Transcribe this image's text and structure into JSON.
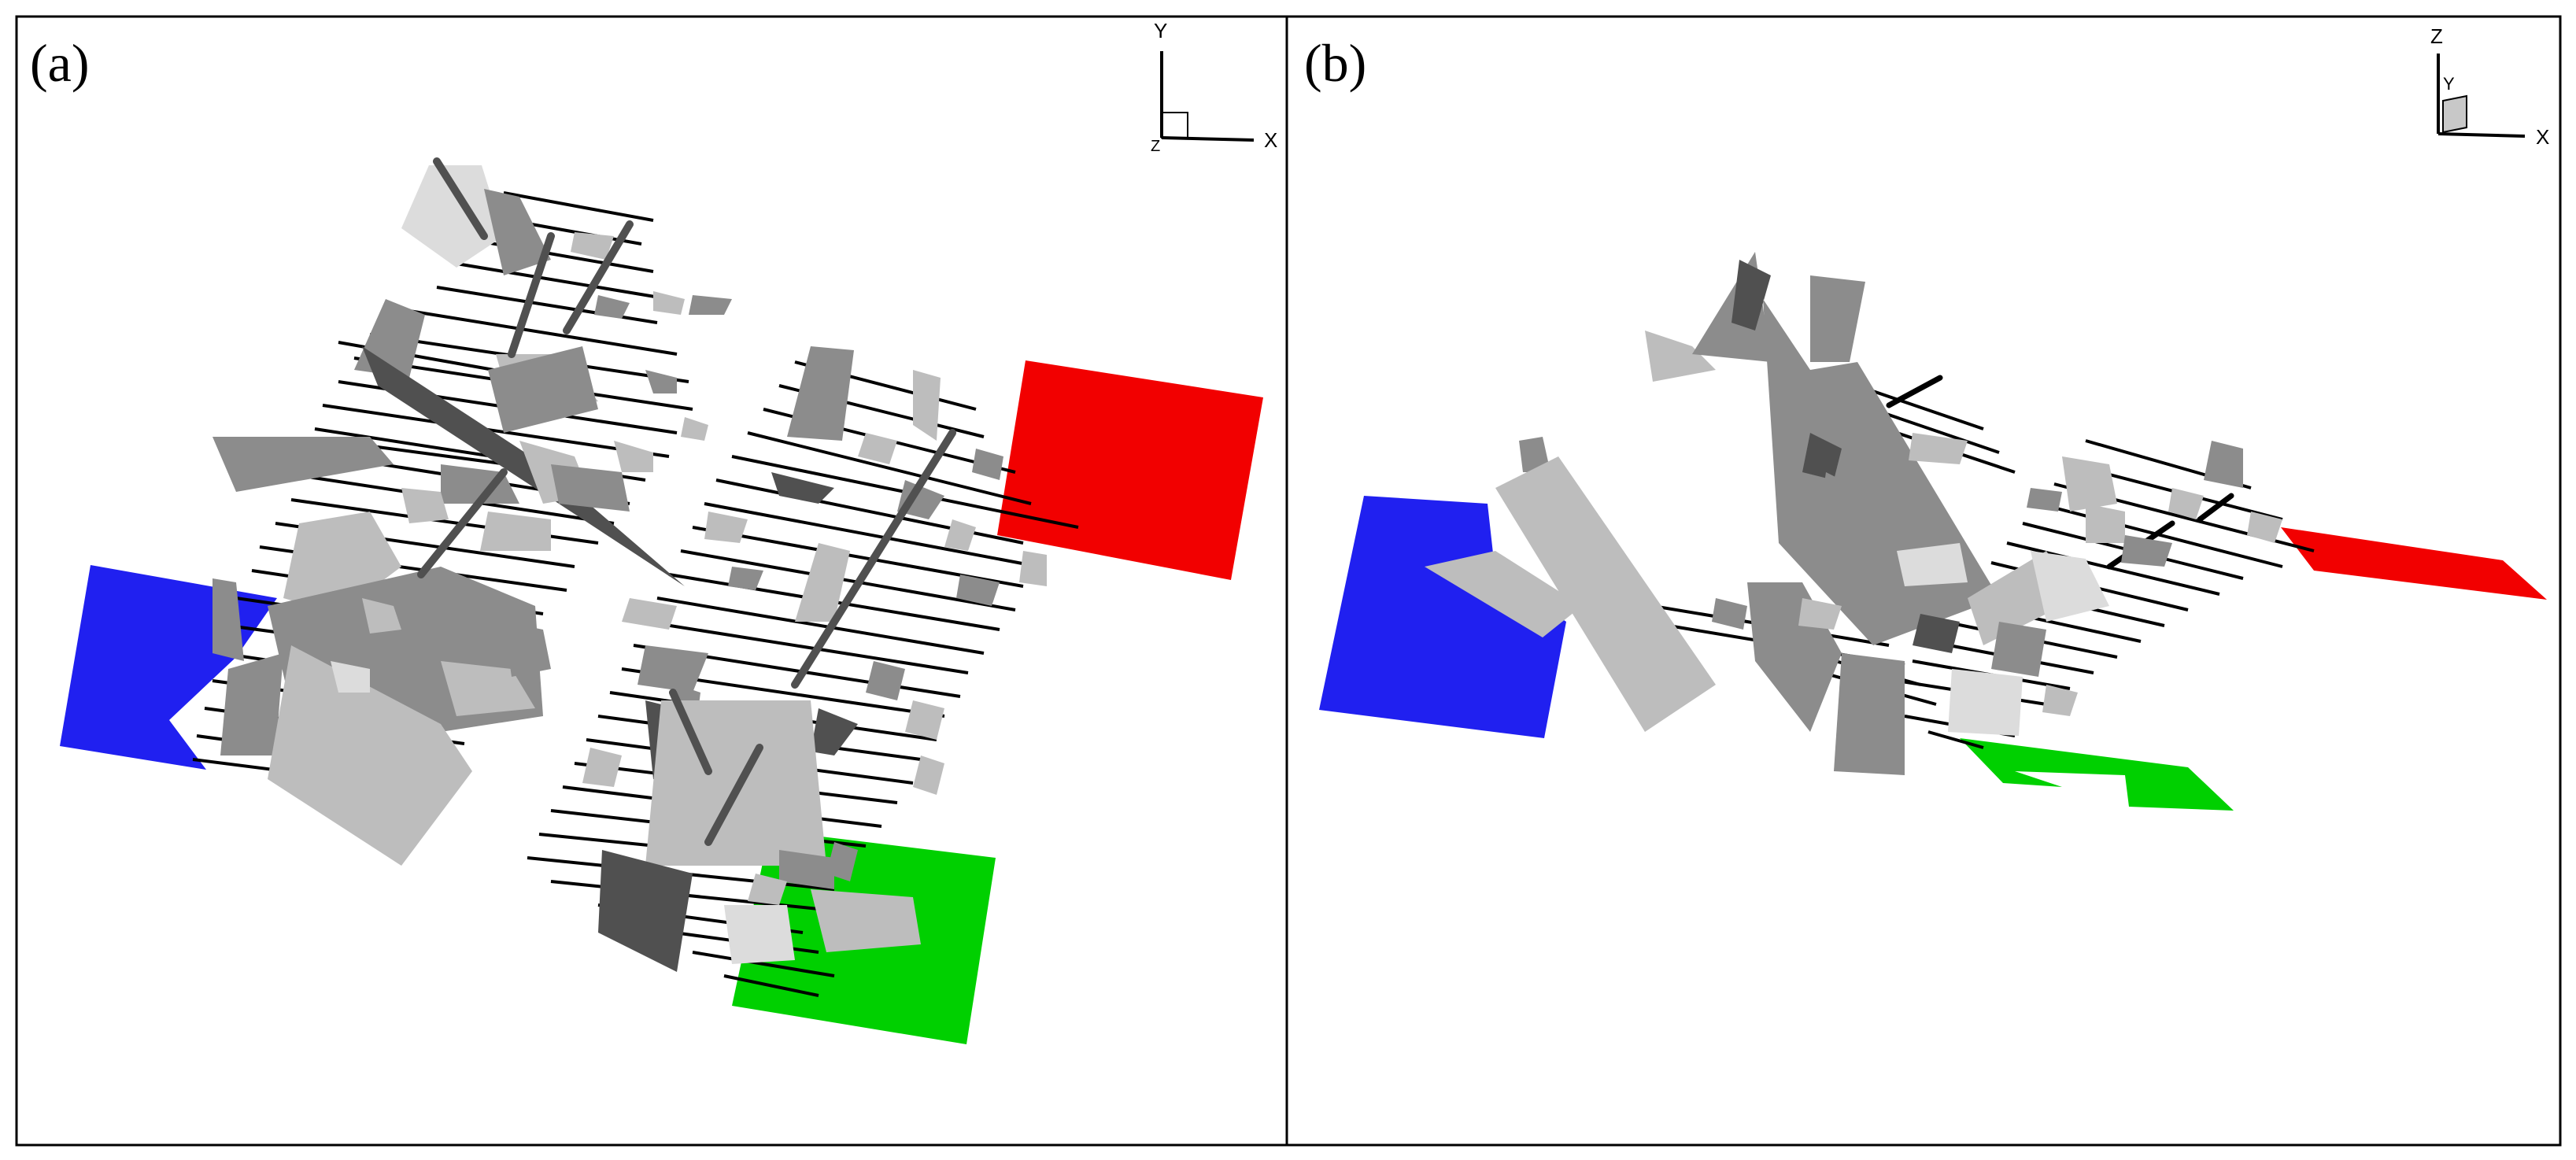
{
  "panels": [
    {
      "label": "(a)",
      "axes": {
        "vertical": "Y",
        "horizontal": "X",
        "depth": "Z"
      }
    },
    {
      "label": "(b)",
      "axes": {
        "vertical": "Z",
        "horizontal": "X",
        "depth": "Y"
      }
    }
  ],
  "colors": {
    "boundary_blue": "#2020f0",
    "boundary_red": "#f20000",
    "boundary_green": "#00d000",
    "fracture_dark": "#505050",
    "fracture_mid": "#8c8c8c",
    "fracture_light": "#bdbdbd",
    "fracture_pale": "#dcdcdc",
    "wells": "#000000"
  }
}
